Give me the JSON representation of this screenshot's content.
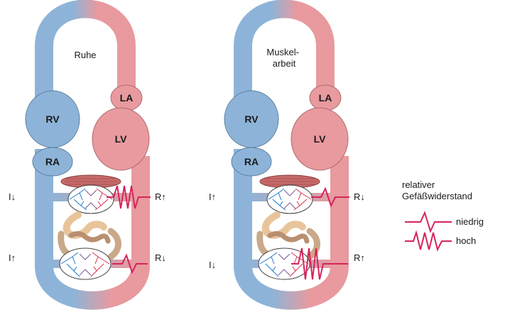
{
  "panels": [
    {
      "state_label_lines": [
        "Ruhe"
      ],
      "chambers": {
        "rv": "RV",
        "ra": "RA",
        "la": "LA",
        "lv": "LV"
      },
      "muscle_flow": "I↓",
      "muscle_resistance": "R↑",
      "gut_flow": "I↑",
      "gut_resistance": "R↓"
    },
    {
      "state_label_lines": [
        "Muskel-",
        "arbeit"
      ],
      "chambers": {
        "rv": "RV",
        "ra": "RA",
        "la": "LA",
        "lv": "LV"
      },
      "muscle_flow": "I↑",
      "muscle_resistance": "R↓",
      "gut_flow": "I↓",
      "gut_resistance": "R↑"
    }
  ],
  "legend": {
    "title_lines": [
      "relativer",
      "Gefäßwiderstand"
    ],
    "low": "niedrig",
    "high": "hoch"
  },
  "colors": {
    "venous_blue": "#8db4d8",
    "arterial_red": "#e89a9e",
    "resistance_red": "#d6245a",
    "capillary_blue": "#1f78c8",
    "capillary_red": "#d8324a",
    "muscle": "#c76b6b",
    "gut": "#c9a98a",
    "stomach": "#e8c49a"
  }
}
